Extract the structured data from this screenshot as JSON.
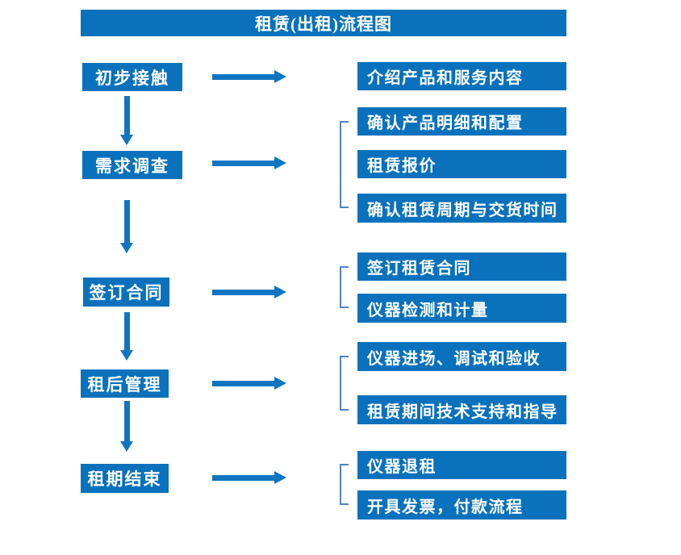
{
  "title": "租赁(出租)流程图",
  "colors": {
    "box_blue": "#0a71bc",
    "arrow_blue": "#0f75c0",
    "bracket_blue": "#4c86c2",
    "text_white": "#ffffff",
    "page_bg": "#ffffff"
  },
  "groups": [
    {
      "step": "初步接触",
      "items": [
        "介绍产品和服务内容"
      ]
    },
    {
      "step": "需求调查",
      "items": [
        "确认产品明细和配置",
        "租赁报价",
        "确认租赁周期与交货时间"
      ]
    },
    {
      "step": "签订合同",
      "items": [
        "签订租赁合同",
        "仪器检测和计量"
      ]
    },
    {
      "step": "租后管理",
      "items": [
        "仪器进场、调试和验收",
        "租赁期间技术支持和指导"
      ]
    },
    {
      "step": "租期结束",
      "items": [
        "仪器退租",
        "开具发票，付款流程"
      ]
    }
  ]
}
